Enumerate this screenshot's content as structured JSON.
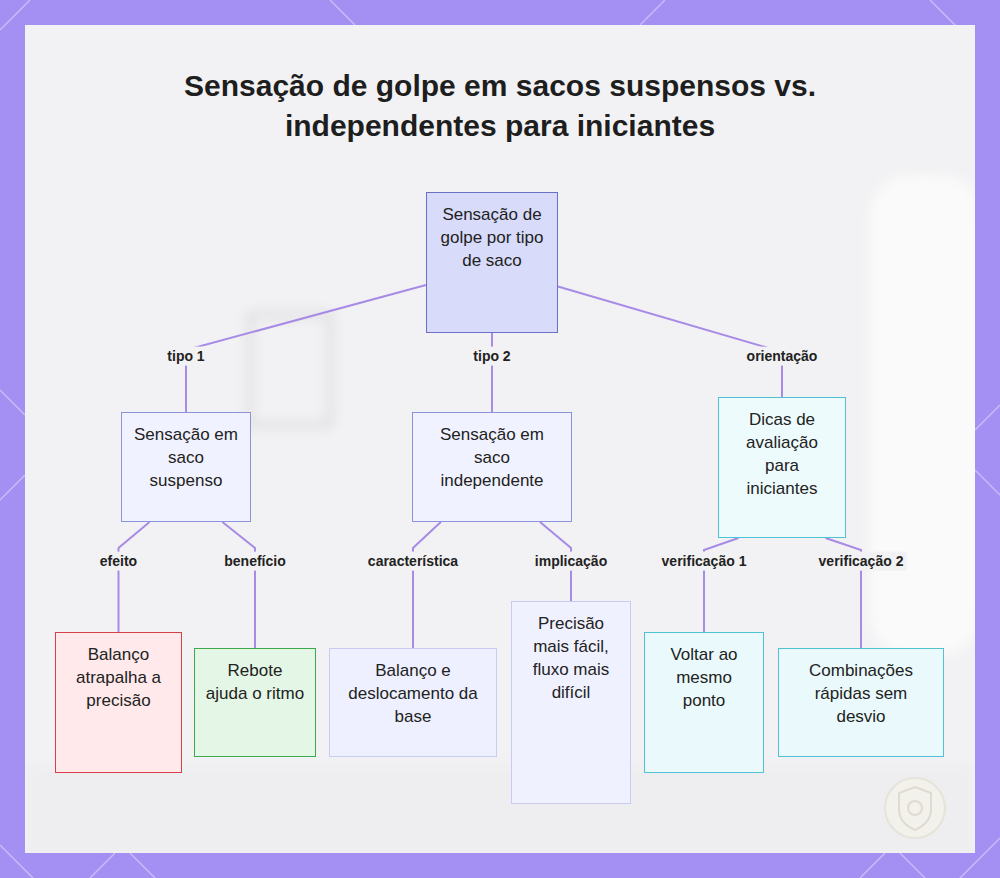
{
  "diagram": {
    "title": "Sensação de golpe em sacos suspensos vs. independentes para iniciantes",
    "nodes": [
      {
        "text": [
          "Sensação de golpe por tipo de saco"
        ]
      },
      {
        "text": [
          "Sensação em saco suspenso"
        ]
      },
      {
        "text": [
          "Sensação em saco independente"
        ]
      },
      {
        "text": [
          "Dicas de avaliação para iniciantes"
        ]
      },
      {
        "text": [
          "Balanço atrapalha a precisão"
        ]
      },
      {
        "text": [
          "Rebote ajuda o ritmo"
        ]
      },
      {
        "text": [
          "Balanço e deslocamento da base"
        ]
      },
      {
        "text": [
          "Precisão mais fácil, fluxo mais difícil"
        ]
      },
      {
        "text": [
          "Voltar ao mesmo ponto"
        ]
      },
      {
        "text": [
          "Combinações rápidas sem desvio"
        ]
      }
    ],
    "edges": [
      {
        "from": 0,
        "to": 1,
        "label": "tipo 1",
        "arrow": "none"
      },
      {
        "from": 0,
        "to": 2,
        "label": "tipo 2",
        "arrow": "none"
      },
      {
        "from": 0,
        "to": 3,
        "label": "orientação",
        "arrow": "none"
      },
      {
        "from": 1,
        "to": 4,
        "label": "efeito",
        "arrow": "none"
      },
      {
        "from": 1,
        "to": 5,
        "label": "benefício",
        "arrow": "none"
      },
      {
        "from": 2,
        "to": 6,
        "label": "característica",
        "arrow": "none"
      },
      {
        "from": 2,
        "to": 7,
        "label": "implicação",
        "arrow": "none"
      },
      {
        "from": 3,
        "to": 8,
        "label": "verificação 1",
        "arrow": "none"
      },
      {
        "from": 3,
        "to": 9,
        "label": "verificação 2",
        "arrow": "none"
      }
    ]
  }
}
